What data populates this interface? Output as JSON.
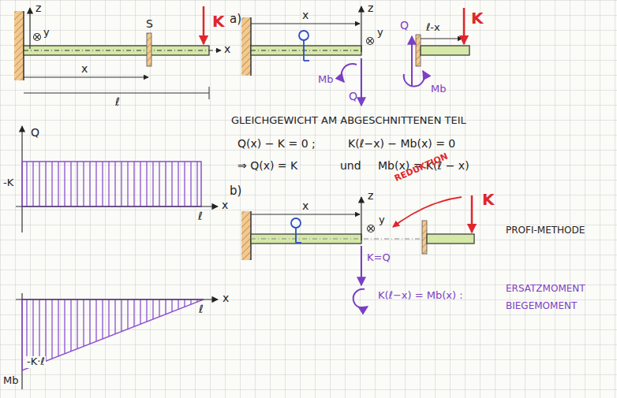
{
  "diagram": {
    "labels": [
      "z",
      "y",
      "S",
      "K",
      "x",
      "x",
      "ℓ",
      "Q",
      "-K",
      "x",
      "ℓ",
      "x",
      "ℓ",
      "-K·ℓ",
      "Mb",
      "a)",
      "x",
      "z",
      "y",
      "Mb",
      "Q",
      "Q",
      "ℓ-x",
      "K",
      "Mb",
      "GLEICHGEWICHT AM ABGESCHNITTENEN TEIL",
      "Q(x) − K = 0 ;",
      "K(ℓ−x) − Mb(x) = 0",
      "⇒ Q(x) = K",
      "und",
      "Mb(x) = K(ℓ − x)",
      "b)",
      "x",
      "z",
      "y",
      "REDUKTION",
      "K",
      "PROFI-METHODE",
      "K=Q",
      "K(ℓ−x) = Mb(x) :",
      "ERSATZMOMENT",
      "BIEGEMOMENT"
    ]
  }
}
